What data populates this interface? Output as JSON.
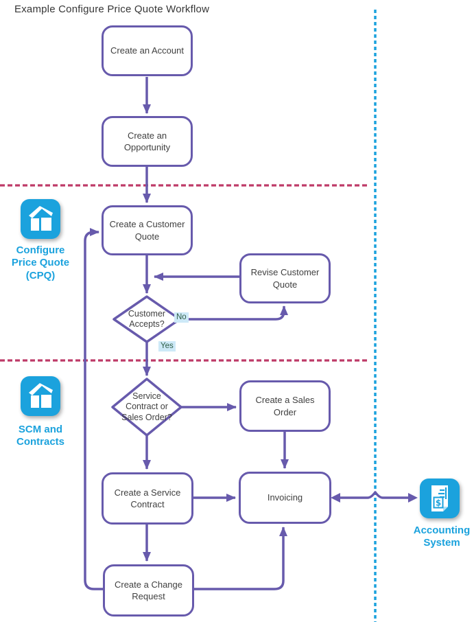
{
  "title": "Example Configure Price Quote Workflow",
  "colors": {
    "connector_purple": "#675AAC",
    "lane_blue": "#1BA2DD",
    "phase_divider_red": "#BE3A68",
    "node_text": "#3F3F3F",
    "decision_chip_bg": "#CDE9F7",
    "decision_chip_text": "#2F5E46"
  },
  "nodes": {
    "create_account": {
      "label": "Create an Account"
    },
    "create_opportunity": {
      "label": "Create an Opportunity"
    },
    "create_customer_quote": {
      "label": "Create a Customer Quote"
    },
    "revise_customer_quote": {
      "label": "Revise Customer Quote"
    },
    "create_sales_order": {
      "label": "Create a Sales Order"
    },
    "create_service_contract": {
      "label": "Create a Service Contract"
    },
    "invoicing": {
      "label": "Invoicing"
    },
    "create_change_request": {
      "label": "Create a Change Request"
    }
  },
  "decisions": {
    "customer_accepts": {
      "label": "Customer Accepts?",
      "yes": "Yes",
      "no": "No"
    },
    "service_or_sales": {
      "label": "Service Contract or Sales Order?"
    }
  },
  "lanes": {
    "cpq": {
      "label": "Configure Price Quote (CPQ)",
      "icon": "open-box-icon"
    },
    "scm": {
      "label": "SCM and Contracts",
      "icon": "open-box-icon"
    },
    "accounting": {
      "label": "Accounting System",
      "icon": "invoice-icon"
    }
  }
}
